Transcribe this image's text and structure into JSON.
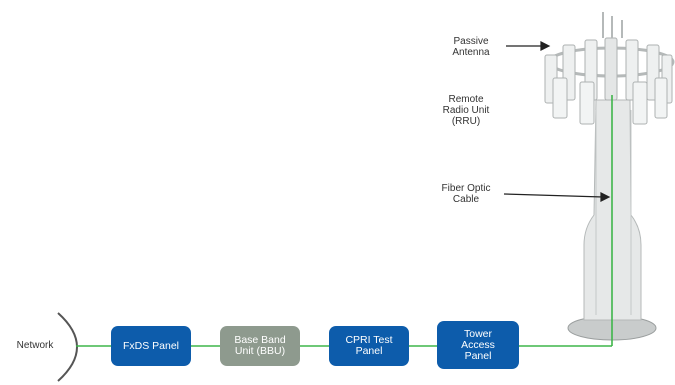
{
  "labels": {
    "network": "Network",
    "passive_antenna": "Passive\nAntenna",
    "rru": "Remote\nRadio Unit\n(RRU)",
    "fiber": "Fiber Optic\nCable"
  },
  "boxes": {
    "fxds": "FxDS Panel",
    "bbu": "Base Band\nUnit (BBU)",
    "cpri": "CPRI Test\nPanel",
    "tower_access": "Tower\nAccess\nPanel"
  },
  "colors": {
    "panel_blue": "#0d5cab",
    "bbu_gray": "#8e9a8e",
    "fiber_green": "#3fb54a",
    "text": "#333333",
    "tower_gray": "#d9dcdc"
  }
}
